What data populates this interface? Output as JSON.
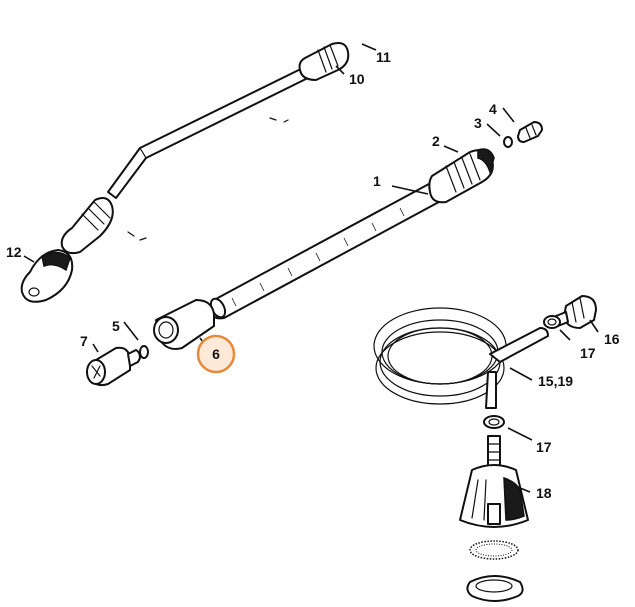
{
  "diagram": {
    "accent_color": "#e8893a",
    "highlighted_part": "6",
    "labels": {
      "p1": "1",
      "p2": "2",
      "p3": "3",
      "p4": "4",
      "p5": "5",
      "p6": "6",
      "p7": "7",
      "p10": "10",
      "p11": "11",
      "p12": "12",
      "p15_19": "15,19",
      "p16": "16",
      "p17a": "17",
      "p17b": "17",
      "p18": "18"
    }
  }
}
